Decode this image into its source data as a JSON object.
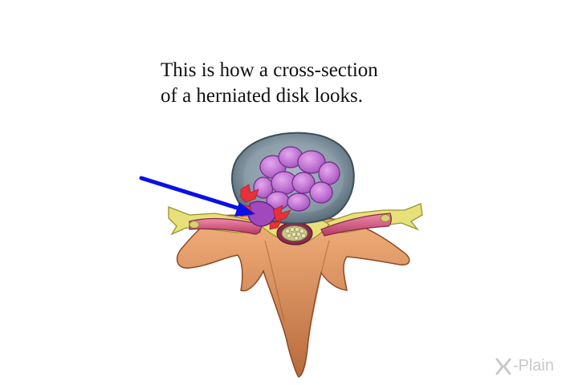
{
  "caption": {
    "line1": "This is how a cross-section",
    "line2": "of a herniated disk looks."
  },
  "logo": {
    "text": "-Plain",
    "icon": "x-mark-icon",
    "color": "#c9c9c9"
  },
  "colors": {
    "arrow": "#0a10e6",
    "nucleus": "#c476d8",
    "annulus": "#6f8390",
    "bone": "#d98a58",
    "nerve": "#e8e07a",
    "nerve_root": "#d9567f",
    "herniation_marks": "#e8303a"
  }
}
